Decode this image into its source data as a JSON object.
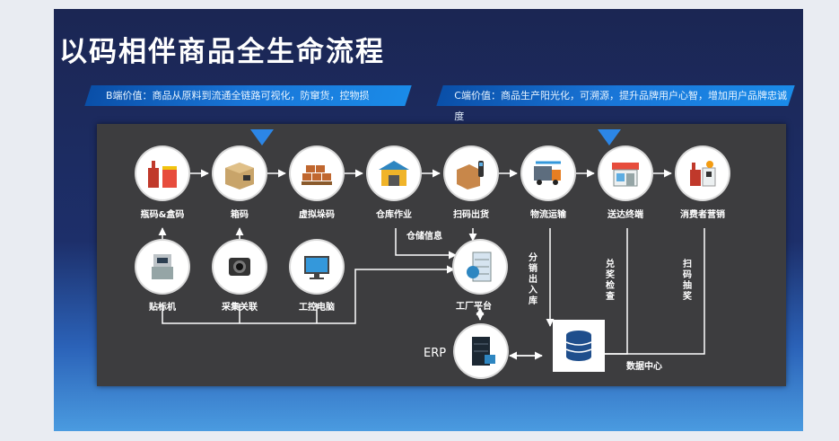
{
  "title": "以码相伴商品全生命流程",
  "banners": {
    "b": "B端价值：商品从原料到流通全链路可视化，防窜货，控物损",
    "c": "C端价值：商品生产阳光化，可溯源，提升品牌用户心智，增加用户品牌忠诚度"
  },
  "flow_nodes": [
    {
      "label": "瓶码&盒码",
      "icon": "bottle-box-icon"
    },
    {
      "label": "箱码",
      "icon": "carton-icon"
    },
    {
      "label": "虚拟垛码",
      "icon": "pallet-stack-icon"
    },
    {
      "label": "仓库作业",
      "icon": "warehouse-icon"
    },
    {
      "label": "扫码出货",
      "icon": "scanner-box-icon"
    },
    {
      "label": "物流运输",
      "icon": "truck-icon"
    },
    {
      "label": "送达终端",
      "icon": "store-icon"
    },
    {
      "label": "消费者营销",
      "icon": "gift-icon"
    }
  ],
  "device_nodes": [
    {
      "label": "贴标机",
      "icon": "labeling-machine-icon"
    },
    {
      "label": "采集关联",
      "icon": "camera-icon"
    },
    {
      "label": "工控电脑",
      "icon": "monitor-icon"
    }
  ],
  "hub": {
    "factory_platform": "工厂平台",
    "erp": "ERP",
    "data_center": "数据中心"
  },
  "edge_labels": {
    "storage_info": "仓储信息",
    "distribution_in_out": "分销出入库",
    "redeem_check": "兑奖检查",
    "scan_lottery": "扫码抽奖"
  }
}
